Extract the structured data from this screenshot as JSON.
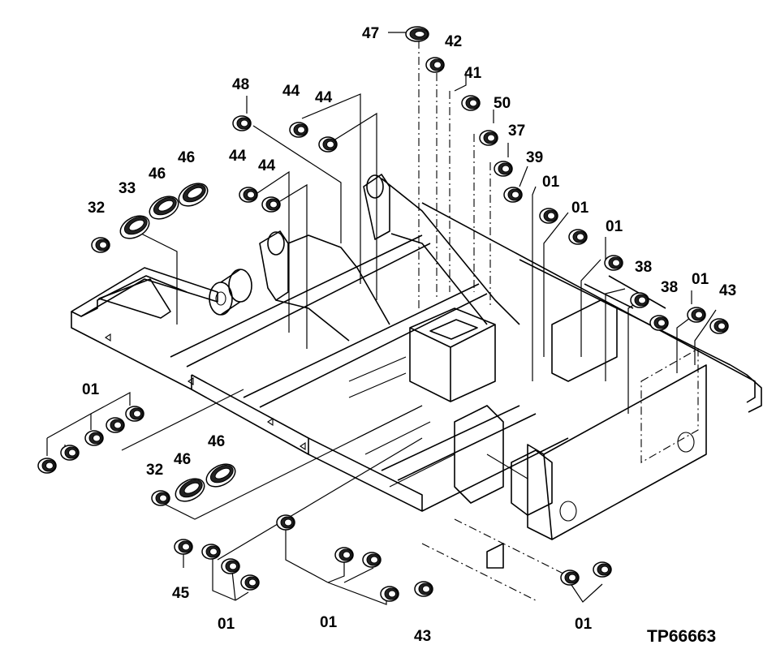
{
  "drawing_code": "TP66663",
  "callouts": [
    {
      "id": "c-47",
      "text": "47"
    },
    {
      "id": "c-42",
      "text": "42"
    },
    {
      "id": "c-41",
      "text": "41"
    },
    {
      "id": "c-50",
      "text": "50"
    },
    {
      "id": "c-37",
      "text": "37"
    },
    {
      "id": "c-39",
      "text": "39"
    },
    {
      "id": "c-01a",
      "text": "01"
    },
    {
      "id": "c-01b",
      "text": "01"
    },
    {
      "id": "c-01c",
      "text": "01"
    },
    {
      "id": "c-38a",
      "text": "38"
    },
    {
      "id": "c-38b",
      "text": "38"
    },
    {
      "id": "c-01d",
      "text": "01"
    },
    {
      "id": "c-43a",
      "text": "43"
    },
    {
      "id": "c-48",
      "text": "48"
    },
    {
      "id": "c-44a",
      "text": "44"
    },
    {
      "id": "c-44b",
      "text": "44"
    },
    {
      "id": "c-44c",
      "text": "44"
    },
    {
      "id": "c-44d",
      "text": "44"
    },
    {
      "id": "c-46a",
      "text": "46"
    },
    {
      "id": "c-46b",
      "text": "46"
    },
    {
      "id": "c-33",
      "text": "33"
    },
    {
      "id": "c-32a",
      "text": "32"
    },
    {
      "id": "c-01e",
      "text": "01"
    },
    {
      "id": "c-32b",
      "text": "32"
    },
    {
      "id": "c-46c",
      "text": "46"
    },
    {
      "id": "c-46d",
      "text": "46"
    },
    {
      "id": "c-45",
      "text": "45"
    },
    {
      "id": "c-01f",
      "text": "01"
    },
    {
      "id": "c-01g",
      "text": "01"
    },
    {
      "id": "c-43b",
      "text": "43"
    },
    {
      "id": "c-01h",
      "text": "01"
    }
  ]
}
